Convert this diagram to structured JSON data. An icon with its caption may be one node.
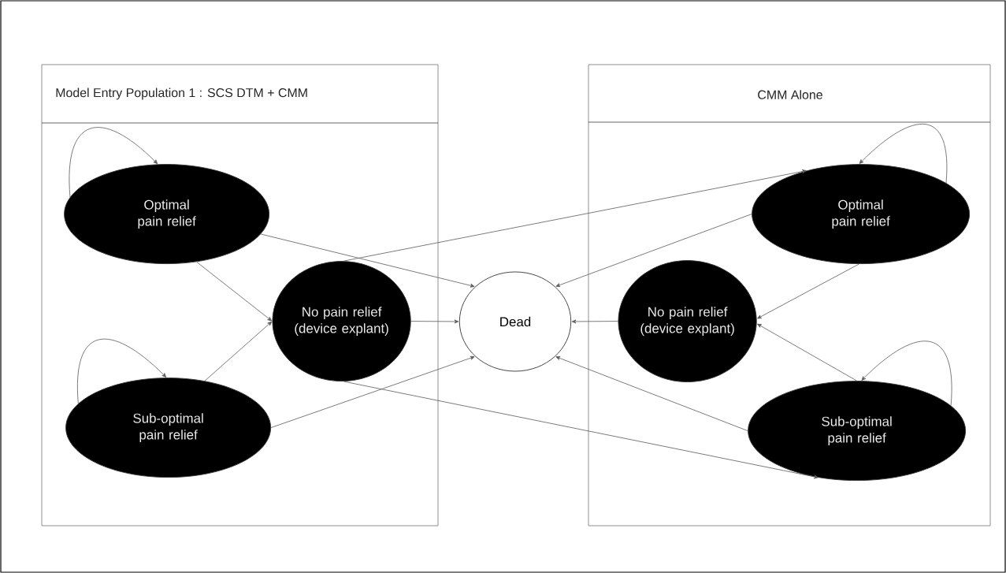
{
  "diagram": {
    "nodes": [
      {
        "text": [
          "Model Entry Population 1 : SCS DTM + CMM"
        ]
      },
      {
        "text": [
          "Optimal pain relief"
        ],
        "in": 0
      },
      {
        "text": [
          "No pain relief (device explant)"
        ],
        "in": 0
      },
      {
        "text": [
          "Sub-optimal pain relief"
        ],
        "in": 0
      },
      {
        "text": [
          "Dead"
        ]
      },
      {
        "text": [
          "CMM Alone"
        ]
      },
      {
        "text": [
          "Optimal pain relief"
        ],
        "in": 5
      },
      {
        "text": [
          "No pain relief (device explant)"
        ],
        "in": 5
      },
      {
        "text": [
          "Sub-optimal pain relief"
        ],
        "in": 5
      }
    ],
    "edges": [
      {
        "from": 1,
        "to": 1,
        "arrow": "to"
      },
      {
        "from": 3,
        "to": 3,
        "arrow": "to"
      },
      {
        "from": 1,
        "to": 4,
        "arrow": "to"
      },
      {
        "from": 1,
        "to": 2,
        "arrow": "to"
      },
      {
        "from": 3,
        "to": 2,
        "arrow": "to"
      },
      {
        "from": 3,
        "to": 4,
        "arrow": "to"
      },
      {
        "from": 2,
        "to": 4,
        "arrow": "to"
      },
      {
        "from": 2,
        "to": 6,
        "arrow": "to"
      },
      {
        "from": 2,
        "to": 8,
        "arrow": "to"
      },
      {
        "from": 6,
        "to": 6,
        "arrow": "to"
      },
      {
        "from": 8,
        "to": 8,
        "arrow": "to"
      },
      {
        "from": 6,
        "to": 4,
        "arrow": "to"
      },
      {
        "from": 6,
        "to": 7,
        "arrow": "to"
      },
      {
        "from": 7,
        "to": 4,
        "arrow": "to"
      },
      {
        "from": 8,
        "to": 7,
        "arrow": "to"
      },
      {
        "from": 8,
        "to": 4,
        "arrow": "to"
      }
    ]
  }
}
